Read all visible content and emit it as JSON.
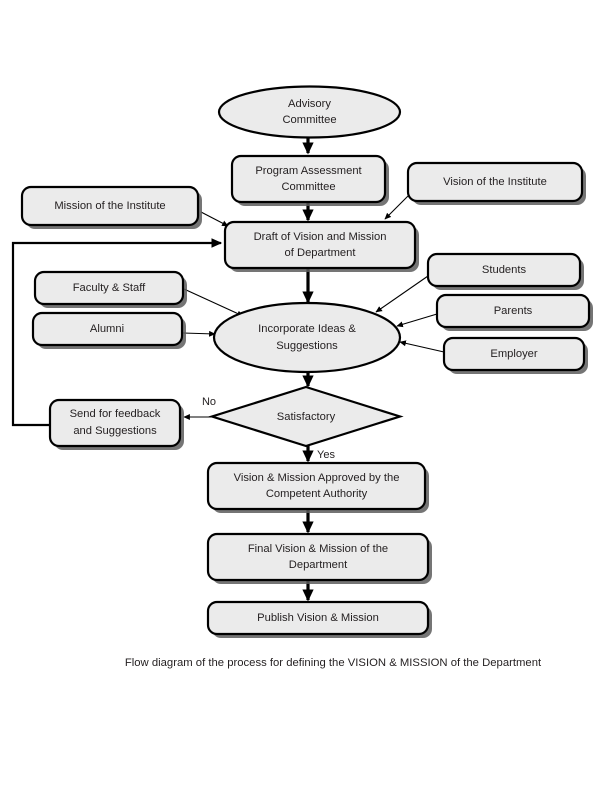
{
  "diagram": {
    "caption": "Flow diagram of the process for defining the VISION & MISSION of the Department",
    "colors": {
      "node_fill": "#ebebeb",
      "node_stroke": "#000000",
      "shadow": "#5d5d5d",
      "text": "#231f20",
      "background": "#ffffff"
    },
    "nodes": {
      "advisory_committee": {
        "label_line1": "Advisory",
        "label_line2": "Committee",
        "shape": "ellipse"
      },
      "program_assessment_committee": {
        "label_line1": "Program Assessment",
        "label_line2": "Committee",
        "shape": "rounded-rect"
      },
      "mission_of_institute": {
        "label_line1": "Mission of the Institute",
        "label_line2": "",
        "shape": "rounded-rect"
      },
      "vision_of_institute": {
        "label_line1": "Vision of the Institute",
        "label_line2": "",
        "shape": "rounded-rect"
      },
      "draft_vision_mission": {
        "label_line1": "Draft of Vision and Mission",
        "label_line2": "of Department",
        "shape": "rounded-rect"
      },
      "faculty_staff": {
        "label_line1": "Faculty & Staff",
        "label_line2": "",
        "shape": "rounded-rect"
      },
      "alumni": {
        "label_line1": "Alumni",
        "label_line2": "",
        "shape": "rounded-rect"
      },
      "students": {
        "label_line1": "Students",
        "label_line2": "",
        "shape": "rounded-rect"
      },
      "parents": {
        "label_line1": "Parents",
        "label_line2": "",
        "shape": "rounded-rect"
      },
      "employer": {
        "label_line1": "Employer",
        "label_line2": "",
        "shape": "rounded-rect"
      },
      "incorporate_ideas": {
        "label_line1": "Incorporate Ideas &",
        "label_line2": "Suggestions",
        "shape": "ellipse"
      },
      "satisfactory": {
        "label_line1": "Satisfactory",
        "label_line2": "",
        "shape": "diamond"
      },
      "send_for_feedback": {
        "label_line1": "Send for feedback",
        "label_line2": "and Suggestions",
        "shape": "rounded-rect"
      },
      "approved_by_authority": {
        "label_line1": "Vision & Mission Approved by the",
        "label_line2": "Competent Authority",
        "shape": "rounded-rect"
      },
      "final_vision_mission": {
        "label_line1": "Final Vision & Mission of the",
        "label_line2": "Department",
        "shape": "rounded-rect"
      },
      "publish_vision_mission": {
        "label_line1": "Publish Vision & Mission",
        "label_line2": "",
        "shape": "rounded-rect"
      }
    },
    "edge_labels": {
      "no": "No",
      "yes": "Yes"
    }
  }
}
